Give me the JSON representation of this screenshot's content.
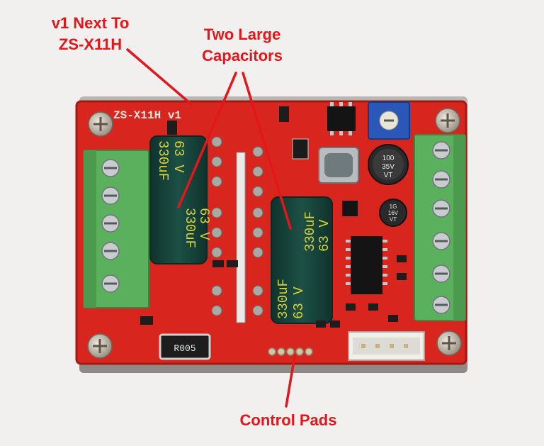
{
  "annotations": {
    "version_note": [
      "v1 Next To",
      "ZS-X11H"
    ],
    "capacitors_note": [
      "Two Large",
      "Capacitors"
    ],
    "pads_note": "Control Pads"
  },
  "board": {
    "silkscreen_title": "ZS-X11H v1",
    "resistor_code": "R005",
    "large_capacitor_1": [
      "330uF",
      "63 V",
      "330uF",
      "63 V"
    ],
    "large_capacitor_2": [
      "330uF",
      "63 V",
      "330uF",
      "63 V"
    ],
    "small_capacitor_1": [
      "100",
      "35V",
      "VT"
    ],
    "small_capacitor_2": [
      "1G",
      "16V",
      "VT"
    ]
  },
  "colors": {
    "annotation": "#e3161b",
    "pcb": "#d8261f",
    "terminal_block": "#5bb05e",
    "capacitor": "#163f37",
    "capacitor_text": "#d8d23a"
  }
}
